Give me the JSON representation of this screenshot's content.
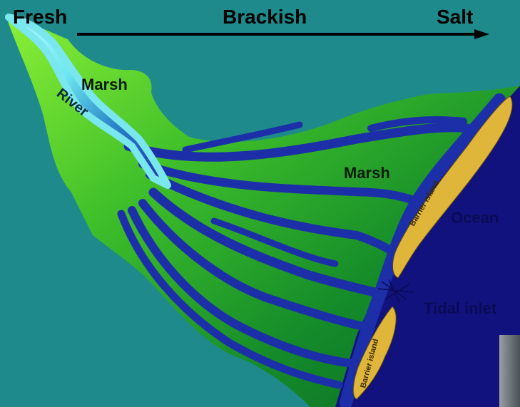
{
  "header": {
    "fresh": "Fresh",
    "brackish": "Brackish",
    "salt": "Salt",
    "arrow_icon": "right-arrow-icon"
  },
  "labels": {
    "marsh_upper": "Marsh",
    "marsh_lower": "Marsh",
    "river": "River",
    "ocean": "Ocean",
    "tidal_inlet": "Tidal inlet",
    "barrier_island_north": "Barrier island",
    "barrier_island_south": "Barrier island"
  },
  "colors": {
    "background": "#1e8a8c",
    "ocean": "#12127e",
    "channel": "#1c2fa8",
    "marsh_light": "#8cf036",
    "marsh_dark": "#0c6a22",
    "river": "#9af3f6",
    "barrier": "#e0b63a",
    "text_dark": "#0a1a0a",
    "text_ocean": "#0a0a55"
  }
}
